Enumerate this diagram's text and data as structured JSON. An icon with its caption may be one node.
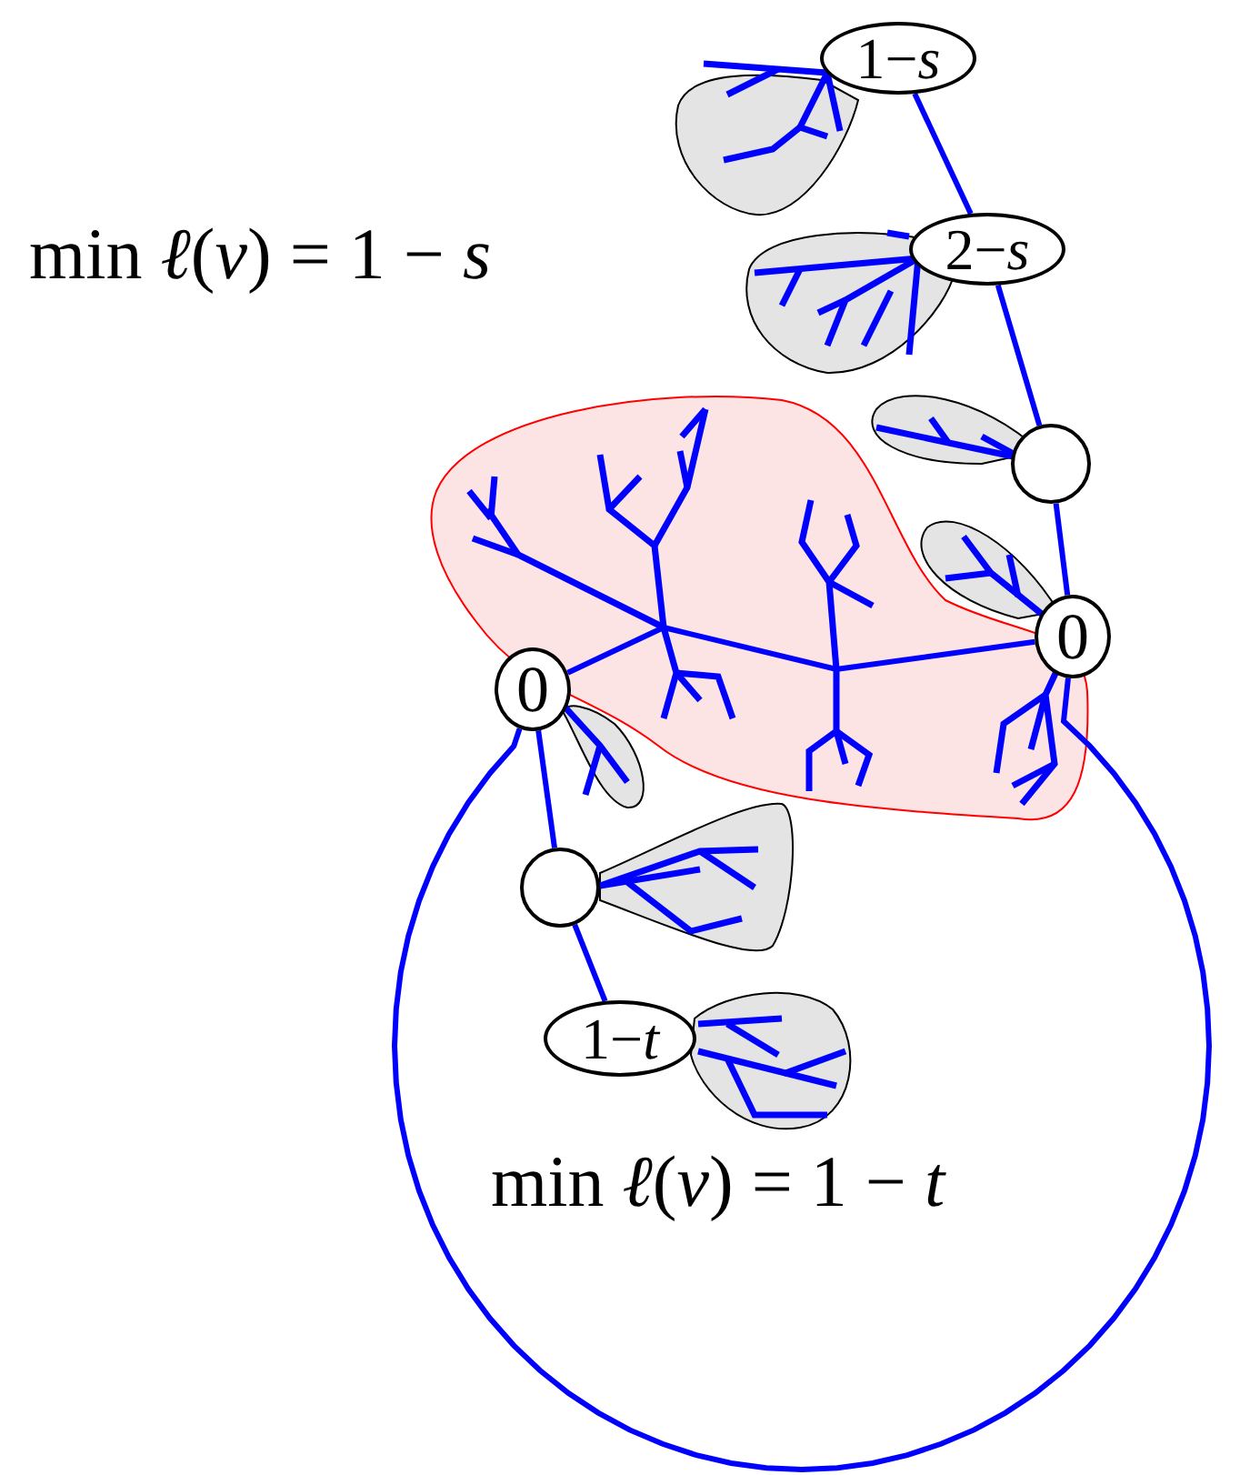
{
  "diagram": {
    "nodes": [
      {
        "text": [
          "1−*s*"
        ]
      },
      {
        "text": [
          "2−*s*"
        ]
      },
      {
        "text": [],
        "shape": "circle"
      },
      {
        "text": [
          "0"
        ]
      },
      {
        "text": [
          "0"
        ]
      },
      {
        "text": [],
        "shape": "circle"
      },
      {
        "text": [
          "1−*t*"
        ]
      }
    ],
    "edges": [
      {
        "from": 0,
        "to": 1,
        "arrow": "none"
      },
      {
        "from": 1,
        "to": 2,
        "arrow": "none"
      },
      {
        "from": 2,
        "to": 3,
        "arrow": "none"
      },
      {
        "from": 4,
        "to": 3,
        "arrow": "none"
      },
      {
        "from": 4,
        "to": 5,
        "arrow": "none"
      },
      {
        "from": 5,
        "to": 6,
        "arrow": "none"
      },
      {
        "from": 4,
        "to": 3,
        "arrow": "none"
      }
    ],
    "labels": [
      "min *ℓ*(*v*) = 1 − *s*",
      "min *ℓ*(*v*) = 1 − *t*"
    ]
  }
}
